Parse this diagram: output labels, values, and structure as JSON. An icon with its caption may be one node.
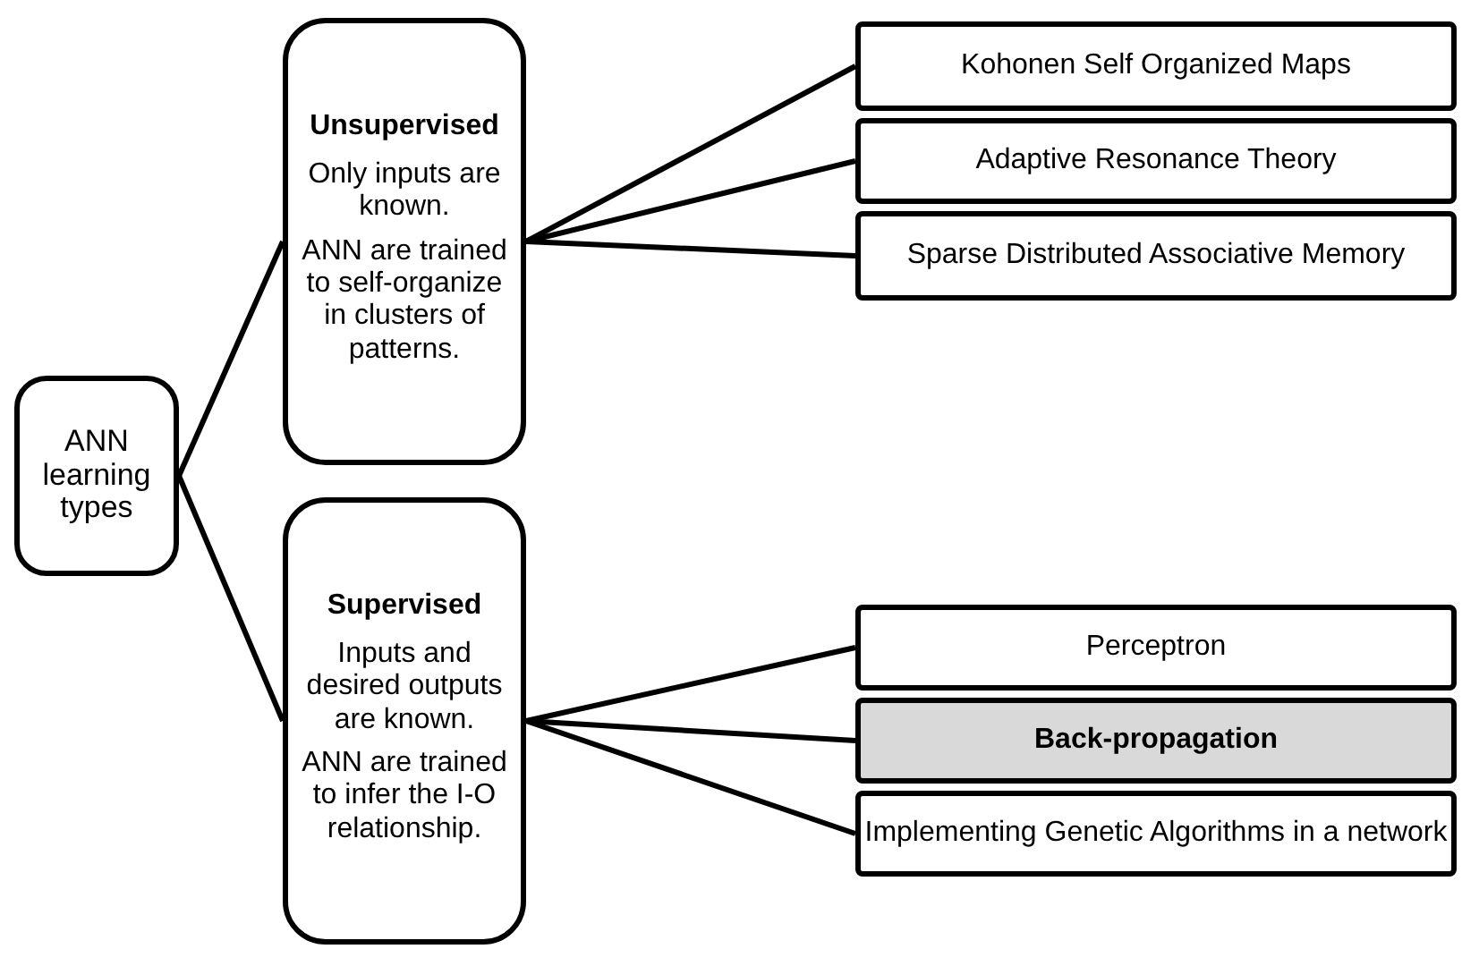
{
  "diagram": {
    "nodes": [
      {
        "text": [
          "ANN learning types"
        ]
      },
      {
        "text": [
          "Unsupervised",
          "Only inputs are known.",
          "ANN are trained to self-organize in clusters of patterns."
        ]
      },
      {
        "text": [
          "Kohonen Self Organized Maps"
        ]
      },
      {
        "text": [
          "Adaptive Resonance   Theory"
        ]
      },
      {
        "text": [
          "Sparse Distributed Associative Memory"
        ]
      },
      {
        "text": [
          "Supervised",
          "Inputs and desired outputs are known.",
          "ANN are trained to infer the I-O relationship."
        ]
      },
      {
        "text": [
          "Perceptron"
        ]
      },
      {
        "text": [
          "Back-propagation"
        ]
      },
      {
        "text": [
          "Implementing Genetic Algorithms in a network"
        ]
      }
    ],
    "edges": [
      {
        "from": 0,
        "to": 1,
        "arrow": "none"
      },
      {
        "from": 0,
        "to": 5,
        "arrow": "none"
      },
      {
        "from": 1,
        "to": 2,
        "arrow": "none"
      },
      {
        "from": 1,
        "to": 3,
        "arrow": "none"
      },
      {
        "from": 1,
        "to": 4,
        "arrow": "none"
      },
      {
        "from": 5,
        "to": 6,
        "arrow": "none"
      },
      {
        "from": 5,
        "to": 7,
        "arrow": "none"
      },
      {
        "from": 5,
        "to": 8,
        "arrow": "none"
      }
    ]
  }
}
